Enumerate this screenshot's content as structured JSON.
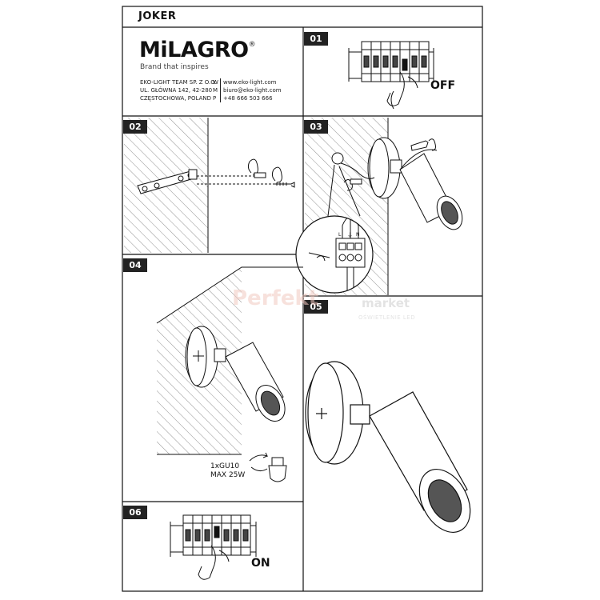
{
  "header": {
    "title": "JOKER"
  },
  "brand": {
    "name": "MiLAGRO",
    "registered": "®",
    "tagline": "Brand that inspires"
  },
  "company": {
    "line1": "EKO-LIGHT TEAM SP. Z O.O.",
    "line2": "UL. GŁÓWNA 142, 42-280",
    "line3": "CZĘSTOCHOWA, POLAND"
  },
  "contact": [
    {
      "key": "W",
      "value": "www.eko-light.com"
    },
    {
      "key": "M",
      "value": "biuro@eko-light.com"
    },
    {
      "key": "P",
      "value": "+48 666 503 666"
    }
  ],
  "steps": {
    "s1": "01",
    "s2": "02",
    "s3": "03",
    "s4": "04",
    "s5": "05",
    "s6": "06"
  },
  "states": {
    "off": "OFF",
    "on": "ON"
  },
  "terminal": {
    "l": "L",
    "earth": "⏚",
    "n": "N"
  },
  "bulb": {
    "type": "1xGU10",
    "max": "MAX 25W"
  },
  "watermark": {
    "name": "Perfekt",
    "suffix": "market",
    "sub": "OŚWIETLENIE LED"
  },
  "colors": {
    "line": "#111111",
    "badge": "#222222",
    "watermark": "#f1c9c0"
  }
}
